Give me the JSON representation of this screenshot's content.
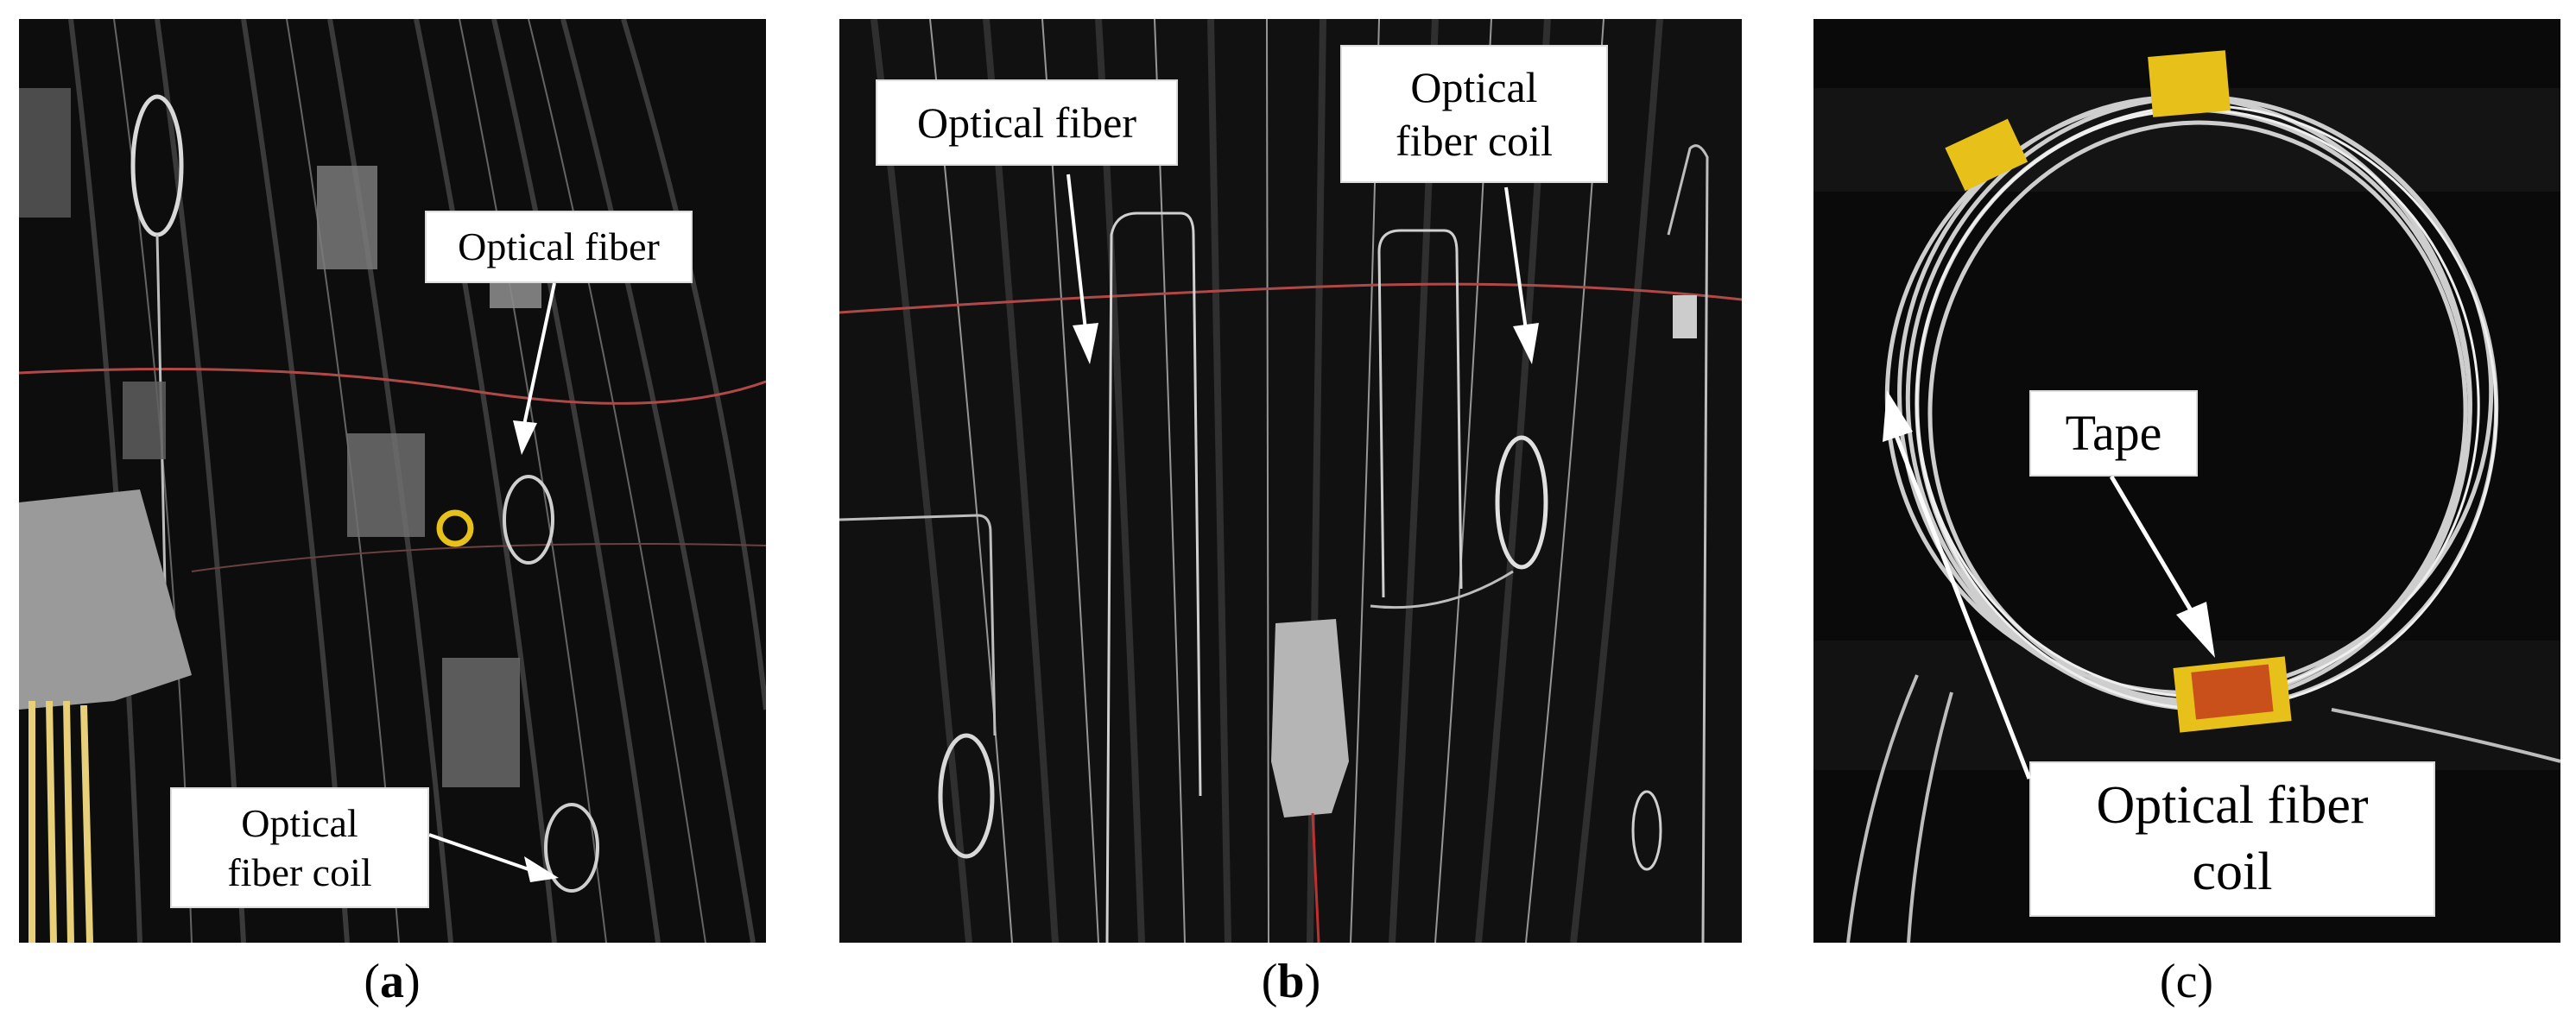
{
  "panels": {
    "a": {
      "caption_open": "(",
      "caption_letter": "a",
      "caption_close": ")",
      "label_fiber": "Optical fiber",
      "label_coil_line1": "Optical",
      "label_coil_line2": "fiber coil"
    },
    "b": {
      "caption_open": "(",
      "caption_letter": "b",
      "caption_close": ")",
      "label_fiber": "Optical fiber",
      "label_coil_line1": "Optical",
      "label_coil_line2": "fiber coil"
    },
    "c": {
      "caption": "(c)",
      "label_tape": "Tape",
      "label_coil_line1": "Optical fiber",
      "label_coil_line2": "coil"
    }
  },
  "colors": {
    "background": "#0b0b0b",
    "fiber": "#d9d9d9",
    "tape_yellow": "#e8c01a",
    "tape_orange": "#c9501a",
    "foil": "#9a9a9a",
    "redline": "#b04848"
  }
}
